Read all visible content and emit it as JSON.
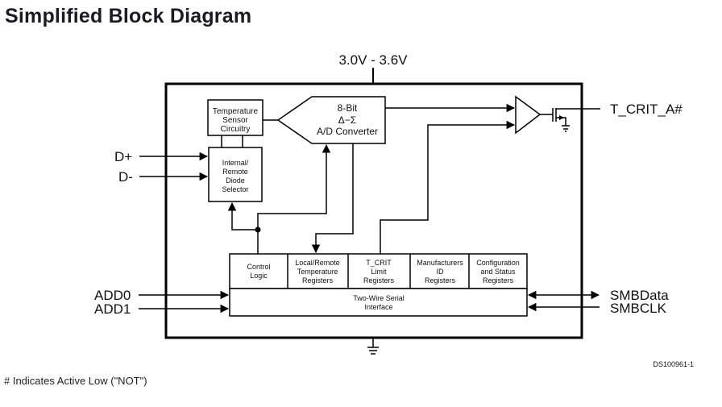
{
  "title": "Simplified Block Diagram",
  "supply": "3.0V - 3.6V",
  "blocks": {
    "temp_sensor": [
      "Temperature",
      "Sensor",
      "Circuitry"
    ],
    "diode_selector": [
      "Internal/",
      "Remote",
      "Diode",
      "Selector"
    ],
    "adc": [
      "8-Bit",
      "Δ−Σ",
      "A/D Converter"
    ],
    "registers": [
      {
        "lines": [
          "Control",
          "Logic"
        ]
      },
      {
        "lines": [
          "Local/Remote",
          "Temperature",
          "Registers"
        ]
      },
      {
        "lines": [
          "T_CRIT",
          "Limit",
          "Registers"
        ]
      },
      {
        "lines": [
          "Manufacturers",
          "ID",
          "Registers"
        ]
      },
      {
        "lines": [
          "Configuration",
          "and Status",
          "Registers"
        ]
      }
    ],
    "interface": [
      "Two-Wire Serial",
      "Interface"
    ]
  },
  "pins": {
    "d_plus": "D+",
    "d_minus": "D-",
    "add0": "ADD0",
    "add1": "ADD1",
    "smbdata": "SMBData",
    "smbclk": "SMBCLK",
    "t_crit": "T_CRIT_A#"
  },
  "figure_id": "DS100961-1",
  "footnote": "# Indicates Active Low (\"NOT\")"
}
